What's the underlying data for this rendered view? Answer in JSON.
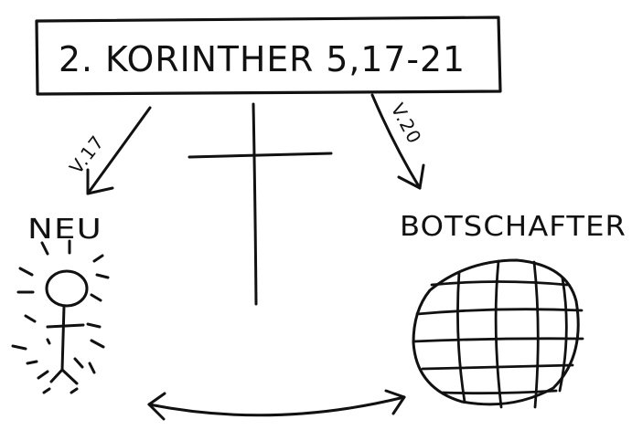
{
  "title": "2. KORINTHER 5,17-21",
  "left_arrow_label": "V.17",
  "right_arrow_label": "V.20",
  "left_label": "NEU",
  "right_label": "BOTSCHAFTER",
  "icons": {
    "cross": "cross-icon",
    "person": "radiant-person-icon",
    "globe": "globe-icon",
    "double_arrow": "double-arrow-icon"
  },
  "colors": {
    "ink": "#111111",
    "paper": "#ffffff"
  }
}
